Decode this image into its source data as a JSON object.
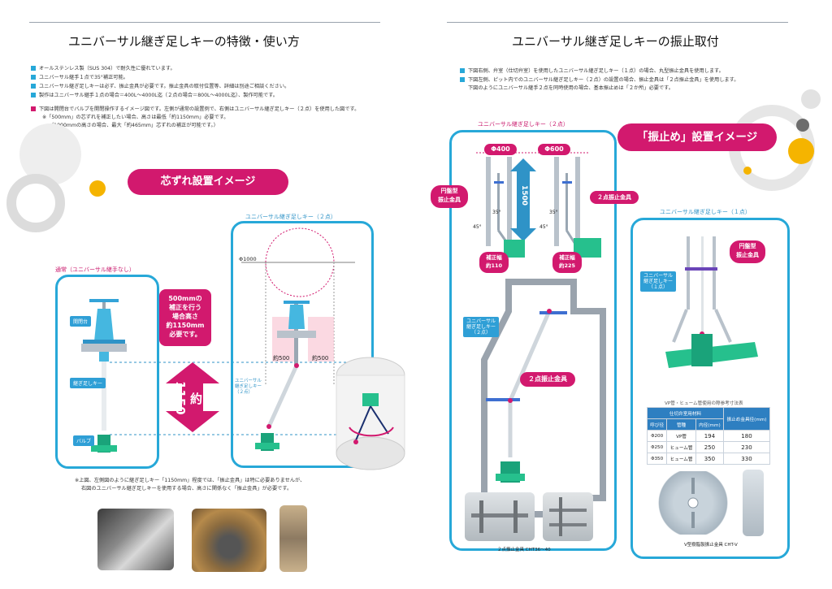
{
  "left": {
    "title": "ユニバーサル継ぎ足しキーの特徴・使い方",
    "bullets": [
      "オールステンレス製（SUS 304）で耐久性に優れています。",
      "ユニバーサル継手１点で35°補正可能。",
      "ユニバーサル継ぎ足しキーは必ず、振止金具が必要です。振止金具の取付位置等、詳細は別途ご相談ください。",
      "製作はユニバーサル継手１点の場合＝400L〜4000L迄（２点の場合＝800L〜4000L迄）、製作可能です。"
    ],
    "note_lines": [
      "下図は開閉台でバルブを開閉操作するイメージ図です。左側が通常の設置例で、右側はユニバーサル継ぎ足しキー（２点）を使用した図です。",
      "※「500mm」の芯ずれを補正したい場合、高さは最低「約1150mm」必要です。",
      "（1000mmの高さの場合、最大「約465mm」芯ずれの補正が可能です。）"
    ],
    "pill": "芯ずれ設置イメージ",
    "normal_caption": "通常（ユニバーサル継手なし）",
    "univ2_caption": "ユニバーサル継ぎ足しキー（２点）",
    "box_text": [
      "500mmの",
      "補正を行う",
      "場合高さ",
      "約1150mm",
      "必要です。"
    ],
    "labels": {
      "kaiheidai": "開閉台",
      "tsugitashi": "継ぎ足しキー",
      "valve": "バルブ",
      "phi1000": "Φ1000",
      "yaku500a": "約500",
      "yaku500b": "約500",
      "univ_key": [
        "ユニバーサル",
        "継ぎ足しキー",
        "（２点）"
      ],
      "height": "約1150"
    },
    "footnote": [
      "※上図、左側図のように継ぎ足しキー「1150mm」程度では、「振止金具」は特に必要ありませんが、",
      "右図のユニバーサル継ぎ足しキーを使用する場合、高さに関係なく「振止金具」が必要です。"
    ]
  },
  "right": {
    "title": "ユニバーサル継ぎ足しキーの振止取付",
    "bullets": [
      "下図右側、弁室（仕切弁室）を使用したユニバーサル継ぎ足しキー（１点）の場合、丸型振止金具を使用します。",
      "下図左側、ピット内でのユニバーサル継ぎ足しキー（２点）の設置の場合、振止金具は「２点振止金具」を使用します。",
      "下図のようにユニバーサル継手２点を同時使用の場合、基本振止めは「２か所」必要です。"
    ],
    "pill": "「振止め」設置イメージ",
    "univ2_caption": "ユニバーサル継ぎ足しキー（２点）",
    "univ1_caption": "ユニバーサル継ぎ足しキー（１点）",
    "phi400": "Φ400",
    "phi600": "Φ600",
    "h1500": "1500",
    "circle_clamp": [
      "円盤型",
      "振止金具"
    ],
    "twopt_clamp": "２点振止金具",
    "hosei110": [
      "補正幅",
      "約110"
    ],
    "hosei225": [
      "補正幅",
      "約225"
    ],
    "angle_a": "45°",
    "angle_b": "35°",
    "angle_c": "35°",
    "angle_d": "45°",
    "univ_tag": [
      "ユニバーサル",
      "継ぎ足しキー",
      "（２点）"
    ],
    "twopt_clamp2": "２点振止金具",
    "univ1_tag": [
      "ユニバーサル",
      "継ぎ足しキー",
      "（１点）"
    ],
    "circle_clamp2": [
      "円盤型",
      "振止金具"
    ],
    "table_title": "VP管・ヒューム管使用の際参考寸法表",
    "table_head": [
      "呼び径",
      "管種",
      "内径(mm)",
      "振止め金具径(mm)"
    ],
    "table_group": "仕切弁室用材料",
    "table_rows": [
      [
        "Φ200",
        "VP管",
        "194",
        "180"
      ],
      [
        "Φ250",
        "ヒューム管",
        "250",
        "230"
      ],
      [
        "Φ350",
        "ヒューム管",
        "350",
        "330"
      ]
    ],
    "photo_caption_left": "２点振止金具 CHT36〜40",
    "photo_caption_right": "V型樹脂製振止金具 CHT-V"
  },
  "colors": {
    "accent": "#27a8d8",
    "magenta": "#d2196e",
    "yellow": "#f5b400"
  }
}
